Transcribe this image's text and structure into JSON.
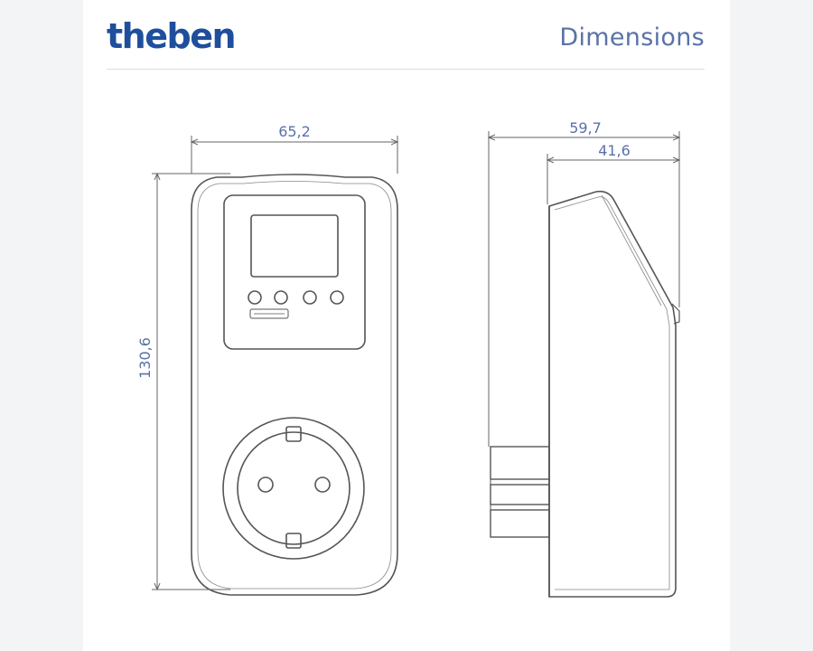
{
  "brand": {
    "logo_text": "theben"
  },
  "header": {
    "title": "Dimensions"
  },
  "dimensions": {
    "front_width": "65,2",
    "front_height": "130,6",
    "side_depth_total": "59,7",
    "side_depth_body": "41,6"
  },
  "colors": {
    "brand_blue": "#1f4f9c",
    "dimension_text": "#5a72a8",
    "outline": "#555555"
  }
}
